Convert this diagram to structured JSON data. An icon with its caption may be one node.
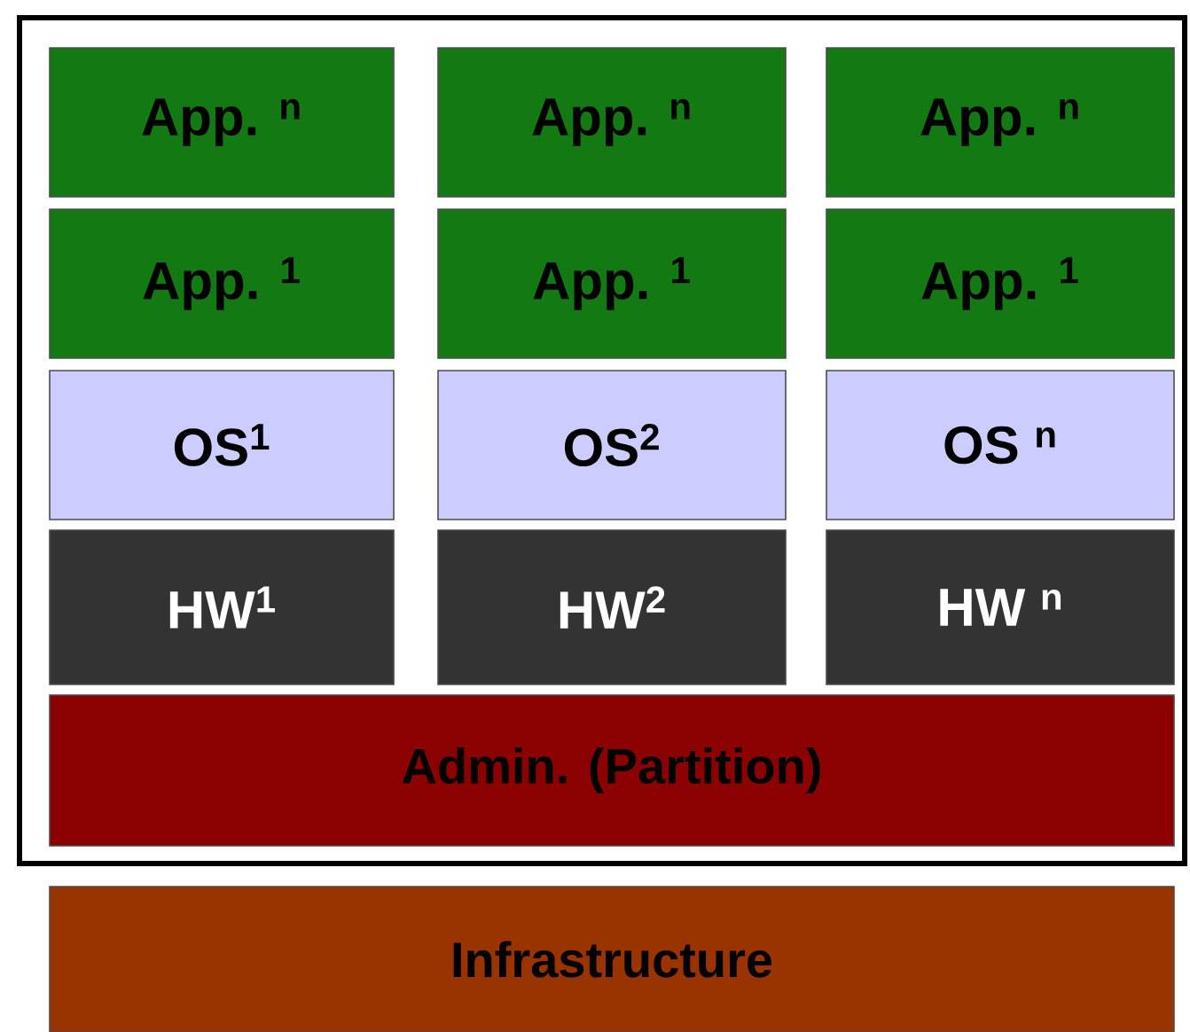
{
  "diagram": {
    "nodes": [
      {
        "text": [],
        "shape": "box"
      },
      {
        "text": [
          "App. $^{n}$"
        ],
        "in": 0
      },
      {
        "text": [
          "App. $^{n}$"
        ],
        "in": 0
      },
      {
        "text": [
          "App. $^{n}$"
        ],
        "in": 0
      },
      {
        "text": [
          "App. $^{1}$"
        ],
        "in": 0
      },
      {
        "text": [
          "App. $^{1}$"
        ],
        "in": 0
      },
      {
        "text": [
          "App. $^{1}$"
        ],
        "in": 0
      },
      {
        "text": [
          "OS$^{1}$"
        ],
        "in": 0
      },
      {
        "text": [
          "OS$^{2}$"
        ],
        "in": 0
      },
      {
        "text": [
          "OS $^{n}$"
        ],
        "in": 0
      },
      {
        "text": [
          "HW$^{1}$"
        ],
        "in": 0
      },
      {
        "text": [
          "HW$^{2}$"
        ],
        "in": 0
      },
      {
        "text": [
          "HW $^{n}$"
        ],
        "in": 0
      },
      {
        "text": [
          "Admin. (Partition)"
        ],
        "in": 0
      },
      {
        "text": [
          "Infrastructure"
        ]
      }
    ]
  }
}
